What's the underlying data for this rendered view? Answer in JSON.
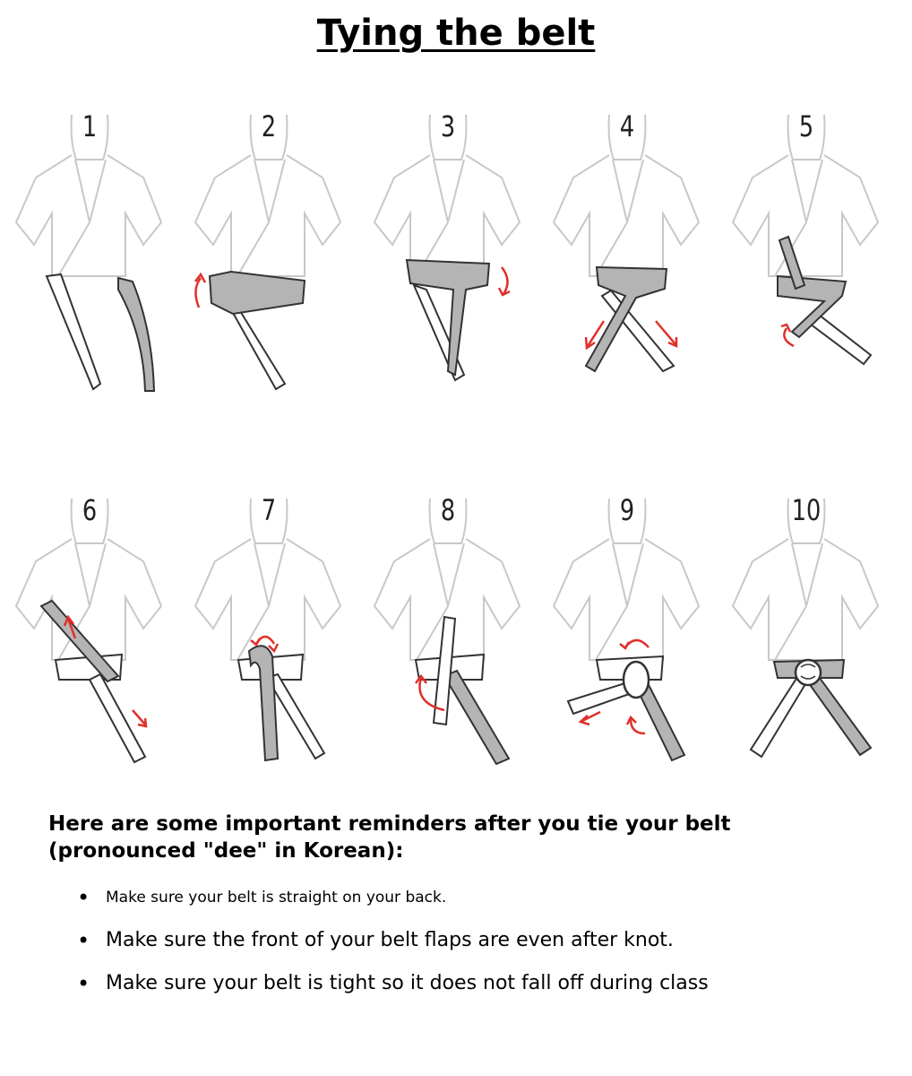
{
  "title": "Tying the belt",
  "steps": [
    {
      "label": "1"
    },
    {
      "label": "2"
    },
    {
      "label": "3"
    },
    {
      "label": "4"
    },
    {
      "label": "5"
    },
    {
      "label": "6"
    },
    {
      "label": "7"
    },
    {
      "label": "8"
    },
    {
      "label": "9"
    },
    {
      "label": "10"
    }
  ],
  "colors": {
    "belt_white": "#ffffff",
    "belt_grey": "#b4b4b4",
    "outline": "#333333",
    "arrow": "#e0302a",
    "jacket": "#c8c8c8"
  },
  "reminders": {
    "heading": "Here are some important reminders after you tie your belt (pronounced \"dee\" in Korean):",
    "items": [
      "Make sure your belt is straight on your back.",
      "Make sure the front of your belt flaps are even after knot.",
      "Make sure your belt is tight so it does not fall off during class"
    ]
  }
}
